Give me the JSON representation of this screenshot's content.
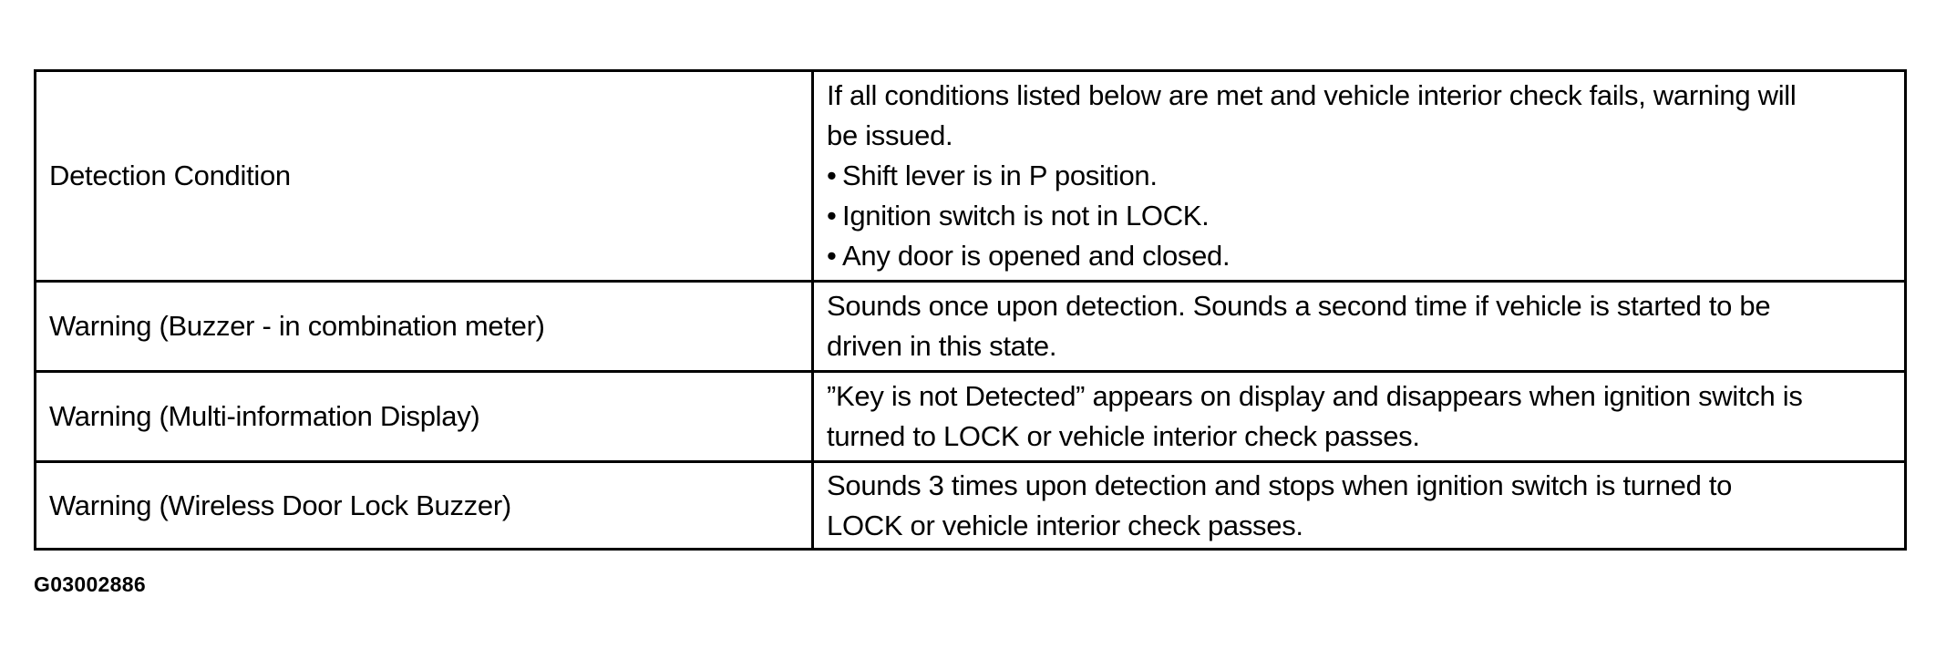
{
  "table": {
    "rows": [
      {
        "label": "Detection Condition",
        "description": {
          "intro_line1": "If all conditions listed below are met and vehicle interior check fails, warning will",
          "intro_line2": "be issued.",
          "bullets": [
            "Shift lever is in P position.",
            "Ignition switch is not in LOCK.",
            "Any door is opened and closed."
          ],
          "bullet_symbol": "•"
        }
      },
      {
        "label": "Warning (Buzzer - in combination meter)",
        "description_lines": [
          "Sounds once upon detection. Sounds a second time if vehicle is started to be",
          "driven in this state."
        ]
      },
      {
        "label": "Warning (Multi-information Display)",
        "description_lines": [
          "”Key is not Detected” appears on display and disappears when ignition switch is",
          "turned to LOCK or vehicle interior check passes."
        ]
      },
      {
        "label": "Warning (Wireless Door Lock Buzzer)",
        "description_lines": [
          "Sounds 3 times upon detection and stops when ignition switch is turned to",
          "LOCK or vehicle interior check passes."
        ]
      }
    ]
  },
  "figure_id": "G03002886"
}
